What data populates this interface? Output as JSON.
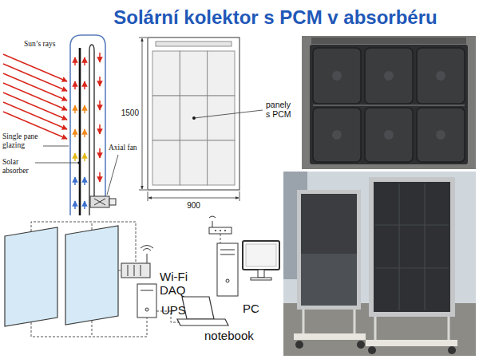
{
  "diagram": {
    "title": "Solární kolektor s PCM v absorbéru",
    "labels": [
      "Sun’s rays",
      "1500",
      "panely s PCM",
      "Single pane glazing",
      "Solar absorber",
      "Axial fan",
      "900",
      "Wi-Fi DAQ",
      "PC",
      "UPS",
      "notebook"
    ]
  }
}
